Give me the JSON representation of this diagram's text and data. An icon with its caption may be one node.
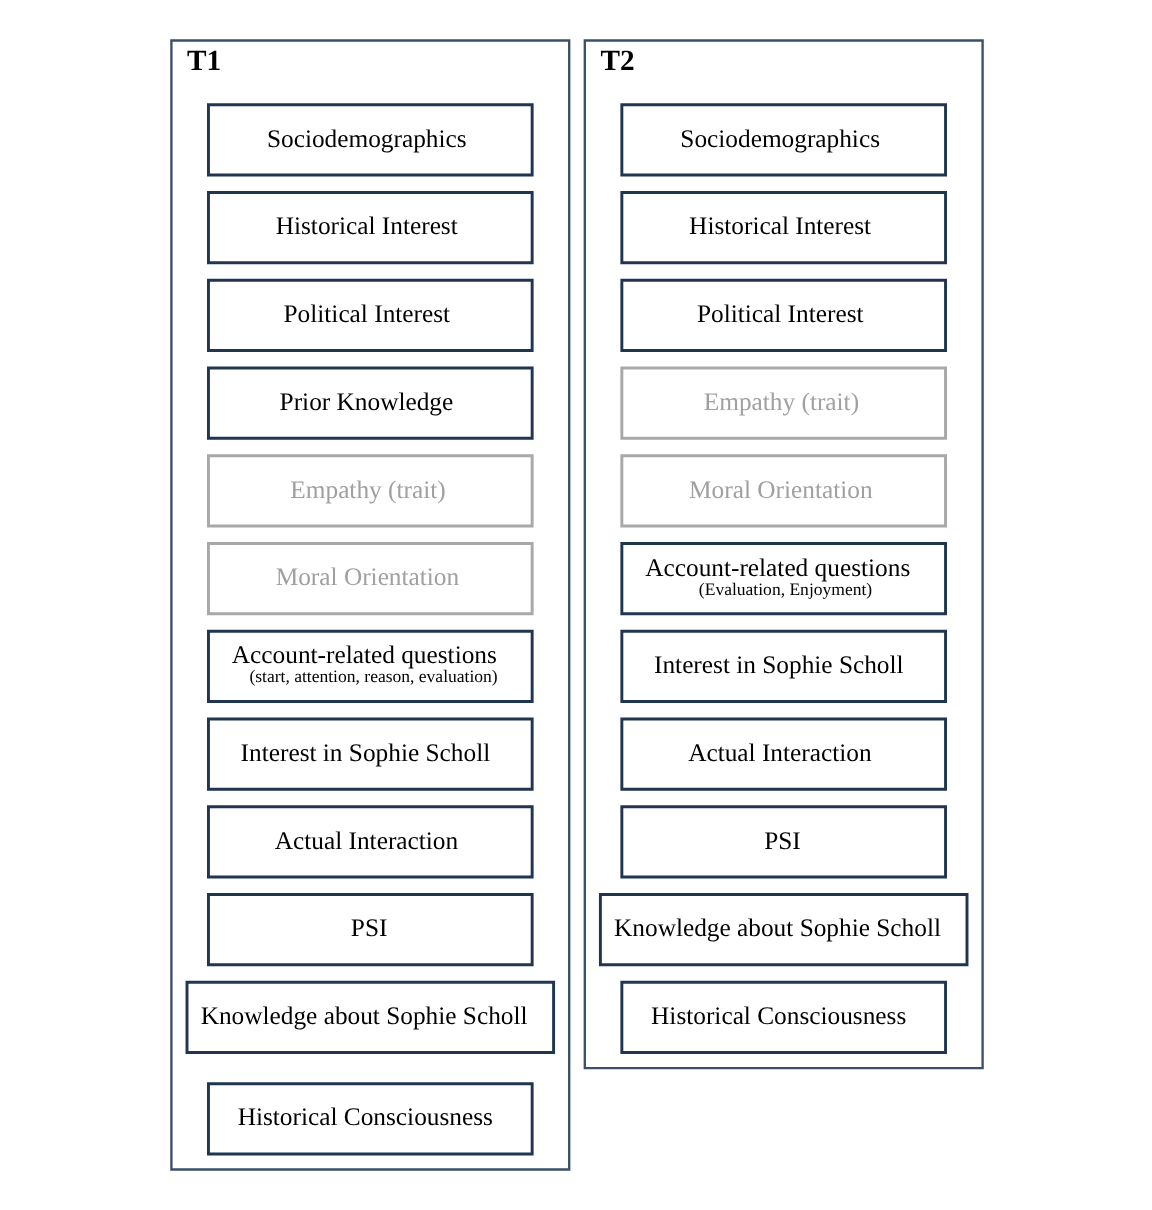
{
  "diagram": {
    "nodes": [
      {
        "text": [
          "T1"
        ]
      },
      {
        "text": [
          "Sociodemographics"
        ],
        "in": 0
      },
      {
        "text": [
          "Historical Interest"
        ],
        "in": 0
      },
      {
        "text": [
          "Political Interest"
        ],
        "in": 0
      },
      {
        "text": [
          "Prior Knowledge"
        ],
        "in": 0
      },
      {
        "text": [
          "Empathy (trait)"
        ],
        "in": 0
      },
      {
        "text": [
          "Moral Orientation"
        ],
        "in": 0
      },
      {
        "text": [
          "Account-related questions",
          "(start, attention, reason, evaluation)"
        ],
        "in": 0
      },
      {
        "text": [
          "Interest in Sophie Scholl"
        ],
        "in": 0
      },
      {
        "text": [
          "Actual Interaction"
        ],
        "in": 0
      },
      {
        "text": [
          "PSI"
        ],
        "in": 0
      },
      {
        "text": [
          "Knowledge about Sophie Scholl"
        ],
        "in": 0
      },
      {
        "text": [
          "Historical Consciousness"
        ],
        "in": 0
      },
      {
        "text": [
          "T2"
        ]
      },
      {
        "text": [
          "Sociodemographics"
        ],
        "in": 13
      },
      {
        "text": [
          "Historical Interest"
        ],
        "in": 13
      },
      {
        "text": [
          "Political Interest"
        ],
        "in": 13
      },
      {
        "text": [
          "Empathy (trait)"
        ],
        "in": 13
      },
      {
        "text": [
          "Moral Orientation"
        ],
        "in": 13
      },
      {
        "text": [
          "Account-related questions",
          "(Evaluation, Enjoyment)"
        ],
        "in": 13
      },
      {
        "text": [
          "Interest in Sophie Scholl"
        ],
        "in": 13
      },
      {
        "text": [
          "Actual Interaction"
        ],
        "in": 13
      },
      {
        "text": [
          "PSI"
        ],
        "in": 13
      },
      {
        "text": [
          "Knowledge about Sophie Scholl"
        ],
        "in": 13
      },
      {
        "text": [
          "Historical Consciousness"
        ],
        "in": 13
      }
    ],
    "edges": []
  }
}
